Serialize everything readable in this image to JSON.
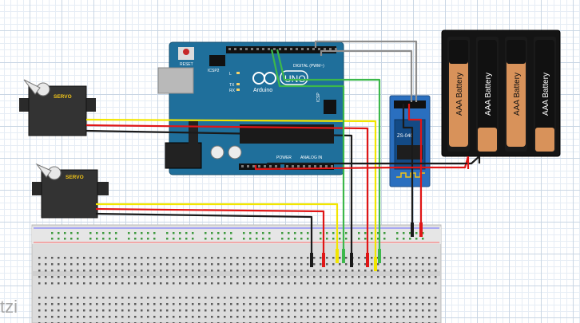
{
  "servo_1": {
    "label": "SERVO"
  },
  "servo_2": {
    "label": "SERVO"
  },
  "arduino": {
    "reset_label": "RESET",
    "icsp2_label": "ICSP2",
    "icsp_label": "ICSP",
    "logo_text": "UNO",
    "brand_text": "Arduino",
    "digital_label": "DIGITAL (PWM~)",
    "analog_label": "ANALOG IN",
    "power_label": "POWER",
    "led_l": "L",
    "led_tx": "TX",
    "led_rx": "RX"
  },
  "bt_module": {
    "label": "ZS-040"
  },
  "battery_pack": {
    "cells": [
      "AAA Battery",
      "AAA Battery",
      "AAA Battery",
      "AAA Battery"
    ]
  },
  "watermark": {
    "text": "tzi"
  },
  "colors": {
    "board": "#1f6f9b",
    "board_dark": "#155678",
    "wire_yellow": "#f2e600",
    "wire_red": "#e01616",
    "wire_black": "#1a1a1a",
    "wire_green": "#3cb84b",
    "wire_gray": "#8e8e8e",
    "servo_body": "#333333",
    "battery_holder": "#141414",
    "battery_orange": "#d8925a"
  }
}
